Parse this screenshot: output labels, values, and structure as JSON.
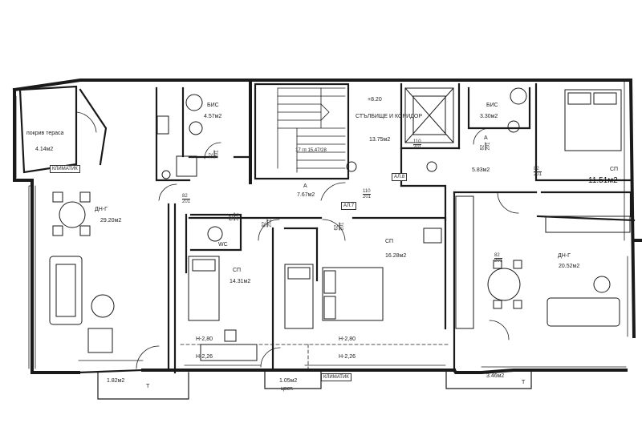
{
  "rooms": {
    "terrace_left": {
      "name": "покрив тераса",
      "area": "4.14м2"
    },
    "living_left": {
      "name": "ДН-Г",
      "area": "29.20м2"
    },
    "bath_left": {
      "name": "БИС",
      "area": "4.57м2"
    },
    "stair": {
      "level": "+8.20",
      "name": "СТЪЛБИЩЕ И КОРИДОР",
      "area": "13.75м2",
      "steps": "17 гп 15,47/28"
    },
    "hall_a_left": {
      "code": "А",
      "area": "7.67м2"
    },
    "wc": {
      "name": "WC"
    },
    "bedroom_mid_left": {
      "name": "СП",
      "area": "14.31м2",
      "h1": "Н-2,80",
      "h2": "Н-2,26"
    },
    "bedroom_mid_right": {
      "name": "СП",
      "area": "16.28м2",
      "h1": "Н-2,80",
      "h2": "Н-2,26"
    },
    "bath_right": {
      "name": "БИС",
      "area": "3.30м2"
    },
    "hall_a_right": {
      "code": "А",
      "area": "5.83м2"
    },
    "bedroom_right": {
      "name": "СП",
      "area": "11.51м2"
    },
    "living_right": {
      "name": "ДН-Г",
      "area": "20.52м2"
    },
    "balcony_left": {
      "area": "1.82м2",
      "code": "Т"
    },
    "balcony_mid": {
      "area": "1.05м2",
      "label": "цвет."
    },
    "balcony_right": {
      "area": "3.46м2",
      "code": "Т"
    }
  },
  "tags": {
    "klimatik_1": "КЛИМАТИК",
    "klimatik_2": "КЛИМАТИК",
    "al8": "АЛ.8",
    "al7": "АЛ.7"
  },
  "doors": {
    "d1": "82\n201",
    "d2": "82\n201",
    "d3": "62\n201",
    "d4": "110\n201",
    "d5": "82\n201",
    "d6": "110\n201",
    "d7": "82\n201",
    "d8": "62\n201",
    "d9": "82\n201",
    "d10": "82\n201"
  },
  "colors": {
    "ink": "#1a1a1a",
    "paper": "#ffffff"
  }
}
